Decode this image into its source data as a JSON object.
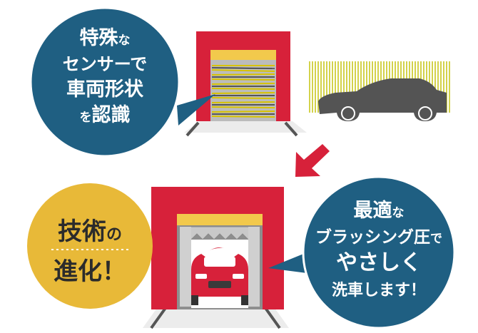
{
  "colors": {
    "bubble_blue": "#1f5f82",
    "bubble_yellow": "#e8b938",
    "gantry_red": "#d7213a",
    "brush_yellow": "#f2c94c",
    "sensor_line": "#c8c71e",
    "car_gray": "#545454",
    "car_red": "#d7213a",
    "arrow_red": "#d7213a",
    "text_dark": "#2b2b2b",
    "white": "#ffffff"
  },
  "bubble1": {
    "line1a": "特殊",
    "line1b": "な",
    "line2": "センサーで",
    "line3": "車両形状",
    "line4a": "を",
    "line4b": "認識"
  },
  "bubble2": {
    "line1a": "技術",
    "line1b": "の",
    "line2": "進化！"
  },
  "bubble3": {
    "line1a": "最適",
    "line1b": "な",
    "line2a": "ブラッシング圧",
    "line2b": "で",
    "line3": "やさしく",
    "line4": "洗車します！"
  },
  "icons": {
    "arrow": "diagonal-arrow-icon",
    "gray_car": "car-silhouette-icon",
    "red_car": "red-car-icon"
  }
}
